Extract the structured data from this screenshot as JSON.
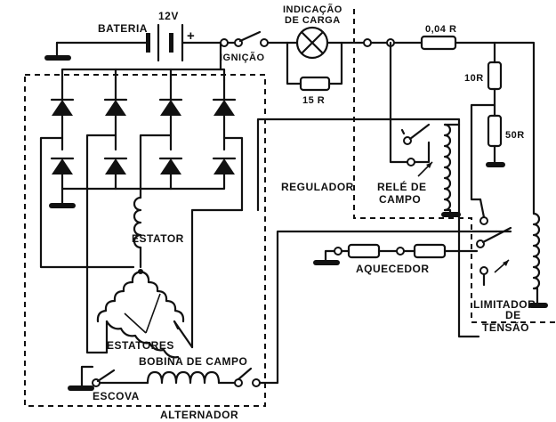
{
  "labels": {
    "battery_voltage": "12V",
    "battery": "BATERIA",
    "battery_plus": "+",
    "ignition": "IGNIÇÃO",
    "charge_indicator_line1": "INDICAÇÃO",
    "charge_indicator_line2": "DE CARGA",
    "lamp_resistor": "15 R",
    "shunt_resistor": "0,04 R",
    "resistor_10r": "10R",
    "resistor_50r": "50R",
    "stator": "ESTATOR",
    "stators": "ESTATORES",
    "regulator": "REGULADOR",
    "field_relay_line1": "RELÉ DE",
    "field_relay_line2": "CAMPO",
    "heater": "AQUECEDOR",
    "limiter_line1": "LIMITADOR",
    "limiter_line2": "DE",
    "limiter_line3": "TENSÃO",
    "field_coil": "BOBINA DE CAMPO",
    "brush": "ESCOVA",
    "alternator": "ALTERNADOR"
  }
}
